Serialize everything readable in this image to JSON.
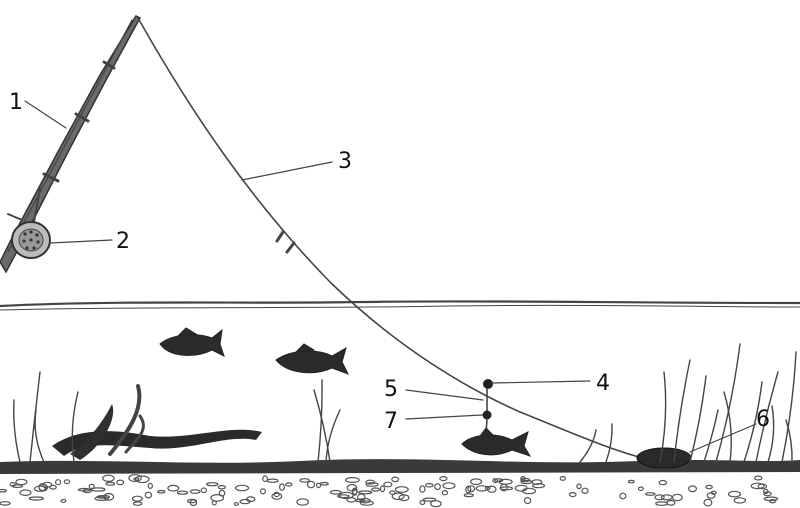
{
  "labels": {
    "l1": "1",
    "l2": "2",
    "l3": "3",
    "l4": "4",
    "l5": "5",
    "l6": "6",
    "l7": "7"
  },
  "colors": {
    "pencil": "#444444",
    "dark": "#2b2b2b",
    "paper": "#ffffff"
  }
}
